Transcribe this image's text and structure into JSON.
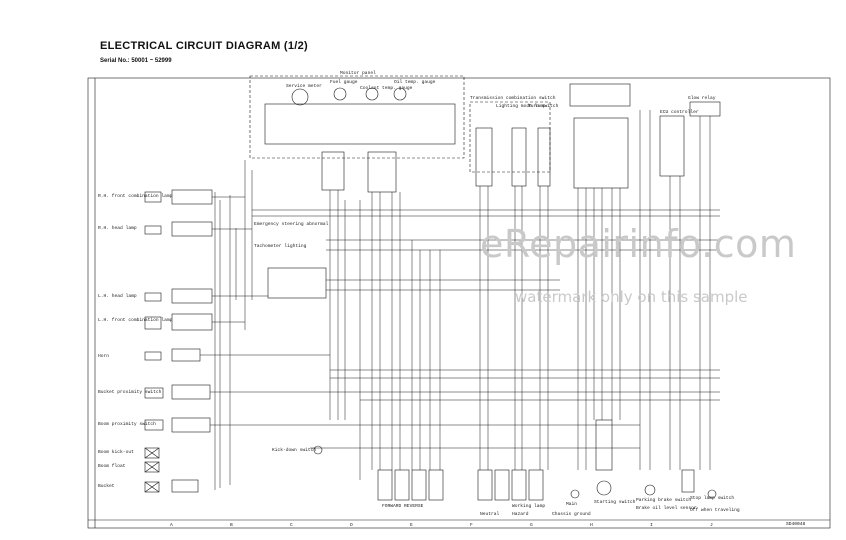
{
  "header": {
    "title": "ELECTRICAL CIRCUIT DIAGRAM (1/2)",
    "serial": "Serial No.: 50001 ~ 52999"
  },
  "components": {
    "monitor_panel": "Monitor panel",
    "service_meter": "Service meter",
    "fuel_gauge": "Fuel gauge",
    "coolant_temp": "Coolant temp. gauge",
    "oil_temp": "Oil temp. gauge",
    "transmission_switch": "Transmission combination switch",
    "lighting_mode_lamp": "Lighting mode lamp",
    "turn_switch": "Turn switch",
    "glow_relay": "Glow relay",
    "ecu": "ECU controller",
    "rh_front_combo": "R.H. front combination lamp",
    "rh_head_lamp": "R.H. head lamp",
    "emergency_steering": "Emergency steering abnormal",
    "tachometer": "Tachometer lighting",
    "lh_head_lamp": "L.H. head lamp",
    "lh_front_combo": "L.H. front combination lamp",
    "horn": "Horn",
    "bucket_proximity": "Bucket proximity switch",
    "boom_proximity": "Boom proximity switch",
    "boom_kickout": "Boom kick-out",
    "boom_float": "Boom float",
    "bucket": "Bucket",
    "kick_down": "Kick-down switch",
    "forward_reverse": "FORWARD REVERSE",
    "neutral": "Neutral",
    "hazard": "Hazard",
    "working_lamp": "Working lamp",
    "main": "Main",
    "chassis_ground": "Chassis ground",
    "starting_switch": "Starting switch",
    "parking_brake": "Parking brake switch",
    "brake_oil": "Brake oil level sensor",
    "stop_lamp": "Stop lamp switch",
    "off_travel": "Off when traveling"
  },
  "footer": {
    "part_no": "SD40048"
  },
  "watermark": {
    "line1": "eRepairinfo.com",
    "line2": "watermark only on this sample"
  }
}
